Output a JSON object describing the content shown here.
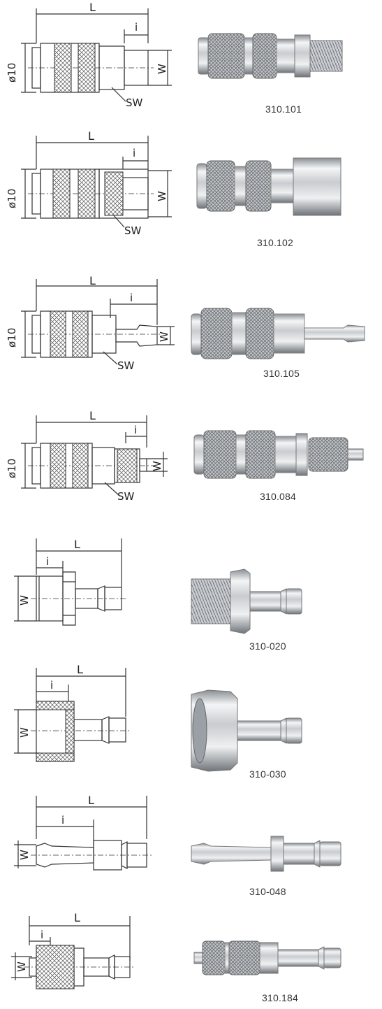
{
  "items": [
    {
      "code": "310.101",
      "type": "coupling-male-thread",
      "labels": {
        "length": "L",
        "insert": "i",
        "diameter": "ø10",
        "wrench": "SW",
        "width": "W"
      }
    },
    {
      "code": "310.102",
      "type": "coupling-female-thread",
      "labels": {
        "length": "L",
        "insert": "i",
        "diameter": "ø10",
        "wrench": "SW",
        "width": "W"
      }
    },
    {
      "code": "310.105",
      "type": "coupling-hose-barb",
      "labels": {
        "length": "L",
        "insert": "i",
        "diameter": "ø10",
        "wrench": "SW",
        "width": "W"
      }
    },
    {
      "code": "310.084",
      "type": "coupling-hose-nut",
      "labels": {
        "length": "L",
        "insert": "i",
        "diameter": "ø10",
        "wrench": "SW",
        "width": "W"
      }
    },
    {
      "code": "310-020",
      "type": "plug-male-thread",
      "labels": {
        "length": "L",
        "insert": "i",
        "width": "W"
      }
    },
    {
      "code": "310-030",
      "type": "plug-female-thread",
      "labels": {
        "length": "L",
        "insert": "i",
        "width": "W"
      }
    },
    {
      "code": "310-048",
      "type": "plug-hose-barb",
      "labels": {
        "length": "L",
        "insert": "i",
        "width": "W"
      }
    },
    {
      "code": "310.184",
      "type": "plug-hose-nut",
      "labels": {
        "length": "L",
        "insert": "i",
        "width": "W"
      }
    }
  ],
  "colors": {
    "line": "#333333",
    "metal_light": "#e6e8ea",
    "metal_mid": "#b8bcc0",
    "metal_dark": "#7a7f84",
    "knurl": "#9a9ea2"
  }
}
